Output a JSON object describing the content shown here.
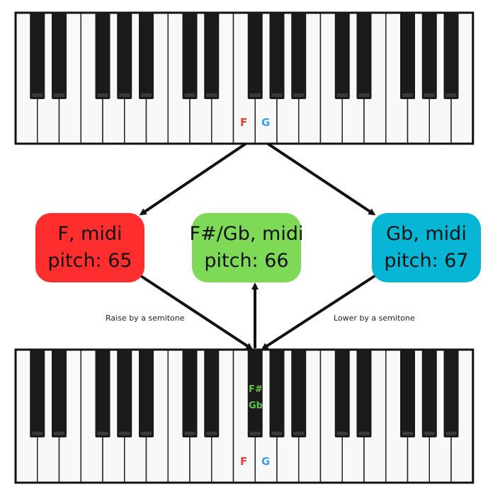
{
  "colors": {
    "f_note": "#ee3a3a",
    "g_note": "#3aa0e0",
    "sharp_note": "#62c24a",
    "node_f": "#ff2e2e",
    "node_fs": "#7ed957",
    "node_gb": "#06b6d4",
    "white_key": "#f8f8f8",
    "black_key": "#1a1a1a",
    "arrow": "#111111"
  },
  "keyboards": {
    "top": {
      "note_f": "F",
      "note_g": "G"
    },
    "bottom": {
      "note_f": "F",
      "note_g": "G",
      "sharp_line1": "F#",
      "sharp_line2": "Gb"
    }
  },
  "nodes": {
    "f": {
      "line1": "F, midi",
      "line2": "pitch: 65"
    },
    "fs": {
      "line1": "F#/Gb, midi",
      "line2": "pitch: 66"
    },
    "gb": {
      "line1": "Gb, midi",
      "line2": "pitch: 67"
    }
  },
  "edges": {
    "raise_label": "Raise by a semitone",
    "lower_label": "Lower by a semitone"
  }
}
